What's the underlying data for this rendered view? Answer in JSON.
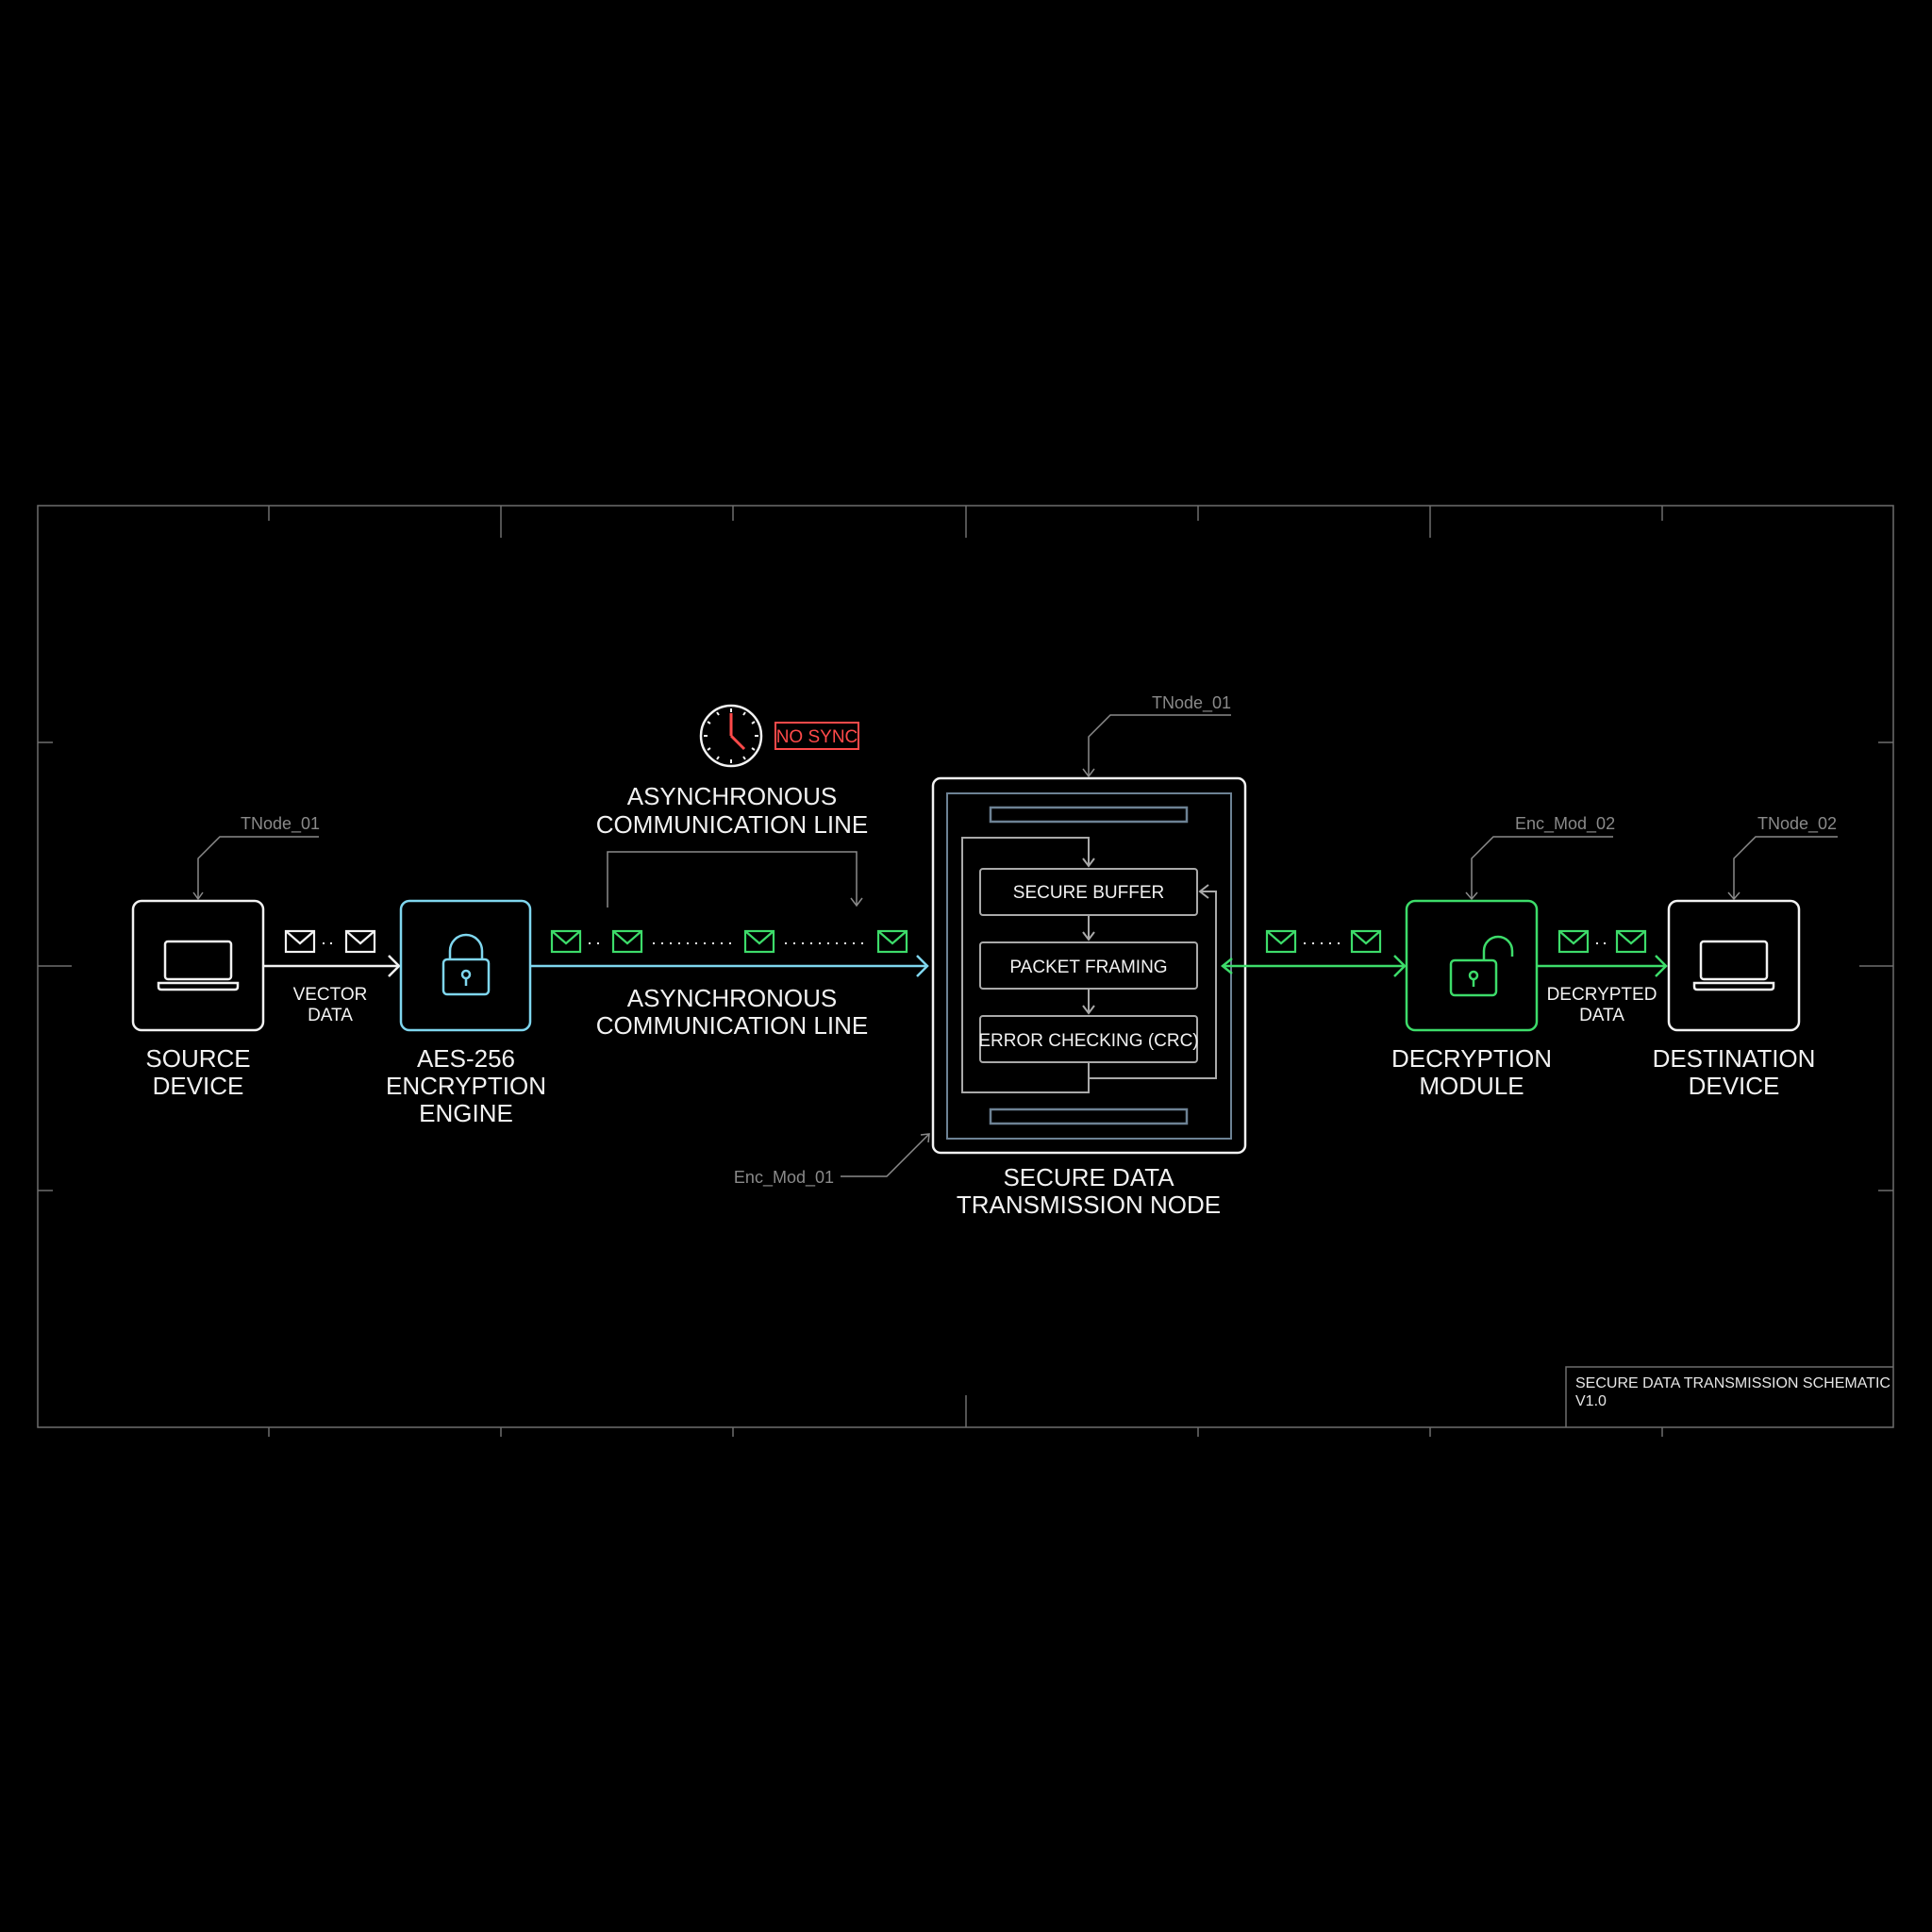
{
  "colors": {
    "background": "#000000",
    "frame": "#6e6e6e",
    "white": "#f2f2f2",
    "cyan": "#7fd6ee",
    "green": "#3ddc6a",
    "red": "#ff4a4a",
    "slate": "#6d8294",
    "tag": "#8a8a8a"
  },
  "nodes": {
    "source": {
      "line1": "SOURCE",
      "line2": "DEVICE",
      "tag": "TNode_01",
      "icon": "laptop-icon"
    },
    "encryption": {
      "line1": "AES-256",
      "line2": "ENCRYPTION",
      "line3": "ENGINE",
      "icon": "lock-icon"
    },
    "transmission": {
      "line1": "SECURE DATA",
      "line2": "TRANSMISSION NODE",
      "tag": "TNode_01",
      "bottom_tag": "Enc_Mod_01"
    },
    "decryption": {
      "line1": "DECRYPTION",
      "line2": "MODULE",
      "tag": "Enc_Mod_02",
      "icon": "unlock-icon"
    },
    "destination": {
      "line1": "DESTINATION",
      "line2": "DEVICE",
      "tag": "TNode_02",
      "icon": "laptop-icon"
    }
  },
  "links": {
    "vector_data": {
      "line1": "VECTOR",
      "line2": "DATA"
    },
    "decrypted_data": {
      "line1": "DECRYPTED",
      "line2": "DATA"
    },
    "async_top": {
      "line1": "ASYNCHRONOUS",
      "line2": "COMMUNICATION LINE"
    },
    "async_bottom": {
      "line1": "ASYNCHRONOUS",
      "line2": "COMMUNICATION LINE"
    },
    "no_sync": "NO SYNC"
  },
  "stages": [
    "SECURE BUFFER",
    "PACKET FRAMING",
    "ERROR CHECKING (CRC)"
  ],
  "title_block": {
    "line1": "SECURE DATA TRANSMISSION SCHEMATIC",
    "line2": "V1.0"
  }
}
